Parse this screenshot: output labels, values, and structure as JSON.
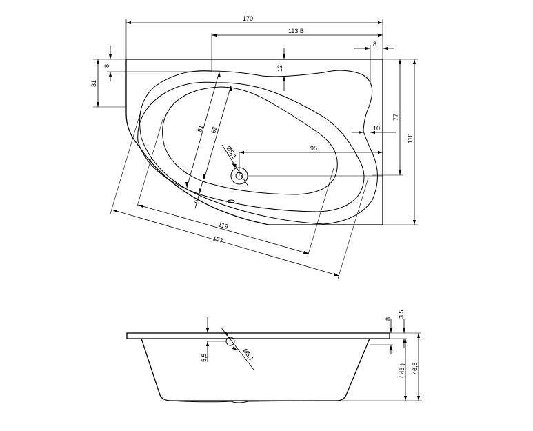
{
  "plan": {
    "dims": {
      "total_width": "170",
      "basin_width": "113 B",
      "rim_right": "8",
      "left_small": "8",
      "left_height": "31",
      "notch_depth": "12",
      "side_77": "77",
      "total_height": "110",
      "side_10": "10",
      "drain_offset": "95",
      "drain_dia": "Ø5,1",
      "inner_81": "81",
      "inner_62": "62",
      "bottom_8": "8",
      "length_119": "119",
      "length_157": "157"
    }
  },
  "section": {
    "dims": {
      "rim_8": "8",
      "rim_35": "3,5",
      "overflow_55": "5,5",
      "overflow_dia": "Ø5,1",
      "depth_43": "( 43 )",
      "height_465": "46,5"
    }
  }
}
